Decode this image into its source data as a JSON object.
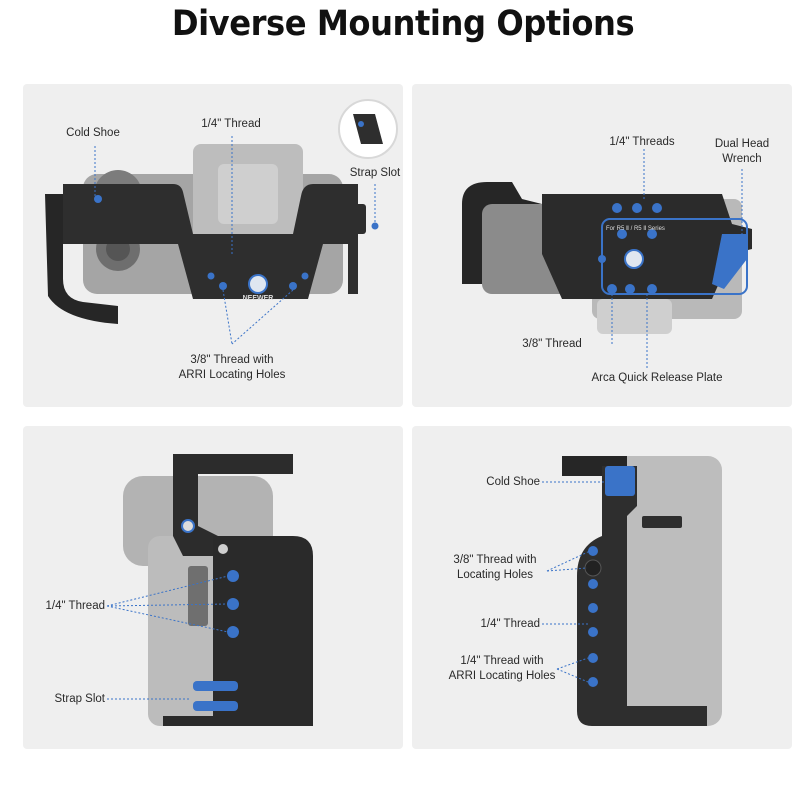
{
  "title": "Diverse Mounting Options",
  "colors": {
    "panel_bg": "#efefef",
    "accent_blue": "#3a73c8",
    "cage_black": "#2b2b2b",
    "camera_gray": "#9a9a9a"
  },
  "panels": {
    "top_view": {
      "cold_shoe": "Cold Shoe",
      "quarter_thread": "1/4\" Thread",
      "strap_slot": "Strap Slot",
      "arri_line1": "3/8\" Thread with",
      "arri_line2": "ARRI Locating Holes",
      "brand": "NEEWER"
    },
    "bottom_view": {
      "quarter_threads": "1/4\" Threads",
      "dual_head_line1": "Dual Head",
      "dual_head_line2": "Wrench",
      "three_eighths_thread": "3/8\" Thread",
      "arca_plate": "Arca Quick Release Plate",
      "plate_text": "For R5 Ⅱ / R5 Ⅱ Series"
    },
    "left_side": {
      "quarter_thread": "1/4\" Thread",
      "strap_slot": "Strap Slot"
    },
    "right_side": {
      "cold_shoe": "Cold Shoe",
      "locating_line1": "3/8\" Thread with",
      "locating_line2": "Locating Holes",
      "quarter_thread": "1/4\" Thread",
      "arri_line1": "1/4\" Thread with",
      "arri_line2": "ARRI Locating Holes"
    }
  }
}
